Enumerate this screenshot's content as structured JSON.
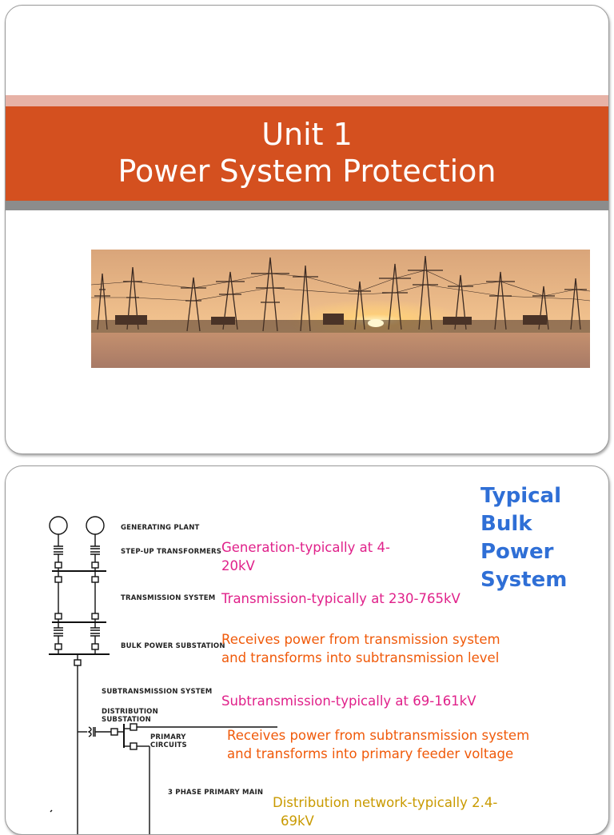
{
  "slide1": {
    "title_line1": "Unit 1",
    "title_line2": "Power System Protection",
    "colors": {
      "title_band": "#d4501f",
      "top_strip": "#e7b2a6",
      "bottom_strip": "#8c8c8c"
    },
    "image": {
      "subject": "power-transmission-substation-at-sunset"
    }
  },
  "slide2": {
    "heading": [
      "Typical",
      "Bulk",
      "Power",
      "System"
    ],
    "diagram_labels": {
      "generating_plant": "GENERATING PLANT",
      "step_up": "STEP-UP TRANSFORMERS",
      "transmission": "TRANSMISSION SYSTEM",
      "bulk_substation": "BULK POWER SUBSTATION",
      "subtransmission": "SUBTRANSMISSION SYSTEM",
      "distribution_substation_1": "DISTRIBUTION",
      "distribution_substation_2": "SUBSTATION",
      "primary_circuits_1": "PRIMARY",
      "primary_circuits_2": "CIRCUITS",
      "primary_main": "3 PHASE PRIMARY MAIN"
    },
    "notes": {
      "generation": [
        "Generation-typically at 4-",
        "20kV"
      ],
      "transmission": [
        "Transmission-typically at 230-765kV"
      ],
      "bulk": [
        "Receives power from transmission system",
        "and transforms into subtransmission level"
      ],
      "subtransmission": [
        "Subtransmission-typically at 69-161kV"
      ],
      "distribution_sub": [
        "Receives power from subtransmission system",
        "and transforms into primary feeder voltage"
      ],
      "distribution_net": [
        "Distribution network-typically 2.4-",
        "69kV"
      ]
    },
    "colors": {
      "heading": "#2f6fd6",
      "pink": "#e0218a",
      "orange": "#f05a0a",
      "gold": "#c99a00"
    }
  }
}
